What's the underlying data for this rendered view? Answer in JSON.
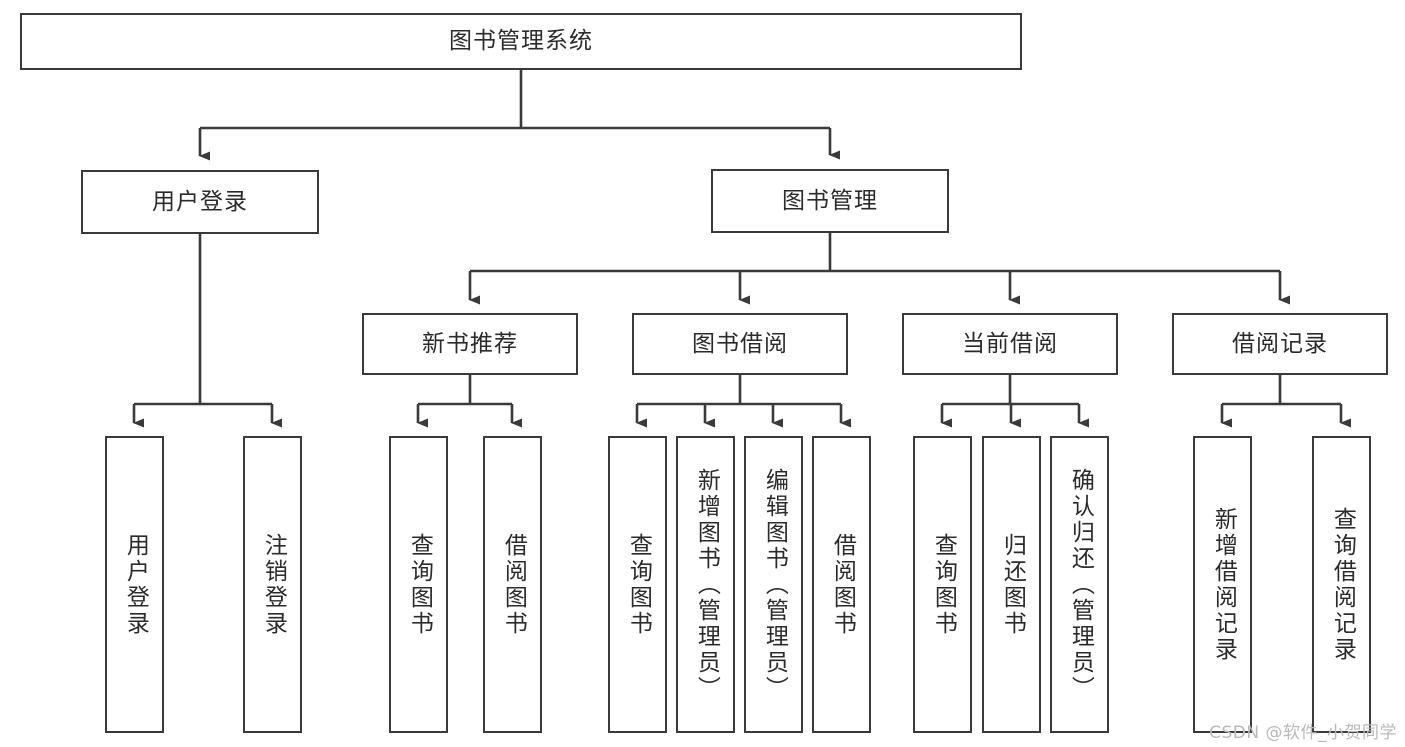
{
  "diagram": {
    "title": "图书管理系统",
    "watermark": "CSDN @软件_小贺同学",
    "stroke_color": "#3a3a3a",
    "text_color": "#2b2b2b",
    "background": "#ffffff",
    "levels": {
      "root": {
        "label": "图书管理系统"
      },
      "level2": [
        {
          "label": "用户登录"
        },
        {
          "label": "图书管理"
        }
      ],
      "level3": [
        {
          "label": "新书推荐"
        },
        {
          "label": "图书借阅"
        },
        {
          "label": "当前借阅"
        },
        {
          "label": "借阅记录"
        }
      ],
      "leaves": {
        "user_login": [
          {
            "label": "用户登录"
          },
          {
            "label": "注销登录"
          }
        ],
        "new_book_recommend": [
          {
            "label": "查询图书"
          },
          {
            "label": "借阅图书"
          }
        ],
        "book_borrow": [
          {
            "label": "查询图书"
          },
          {
            "label": "新增图书（管理员）"
          },
          {
            "label": "编辑图书（管理员）"
          },
          {
            "label": "借阅图书"
          }
        ],
        "current_borrow": [
          {
            "label": "查询图书"
          },
          {
            "label": "归还图书"
          },
          {
            "label": "确认归还（管理员）"
          }
        ],
        "borrow_record": [
          {
            "label": "新增借阅记录"
          },
          {
            "label": "查询借阅记录"
          }
        ]
      }
    }
  }
}
